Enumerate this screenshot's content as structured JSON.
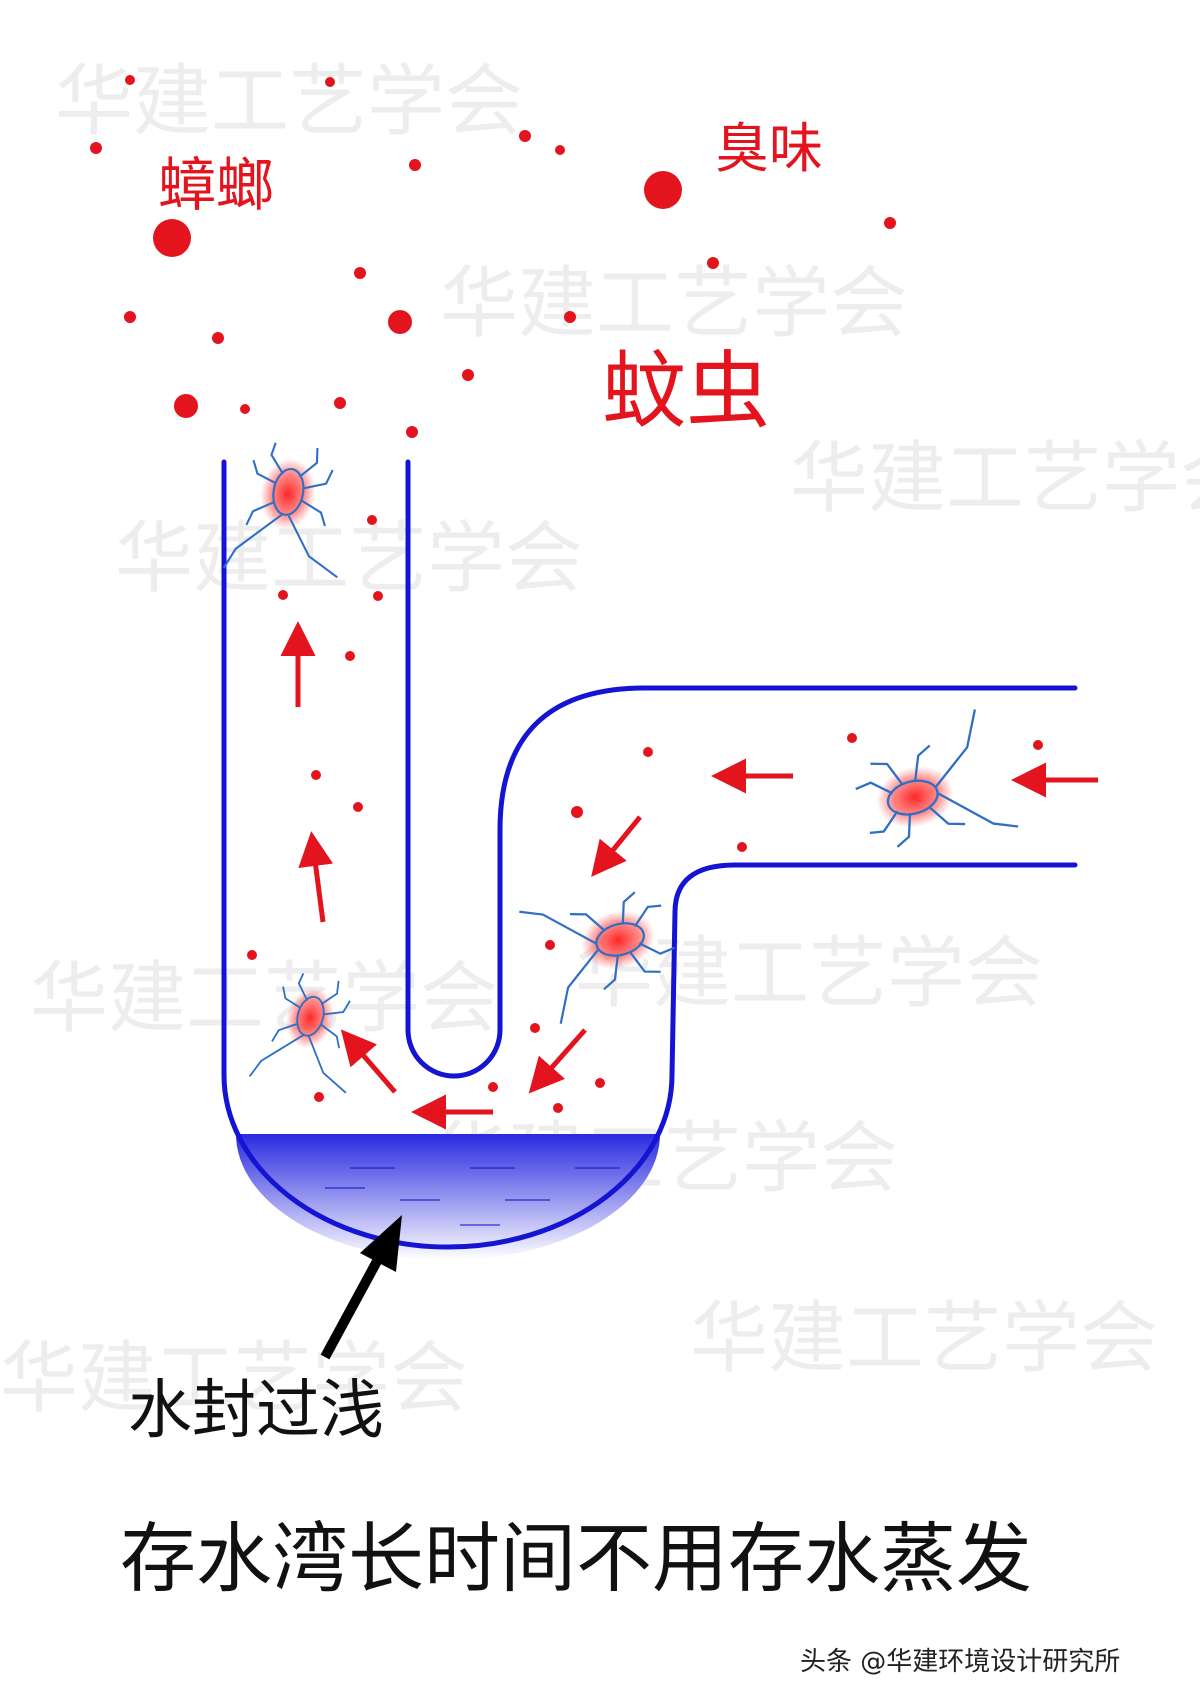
{
  "labels": {
    "cockroach": "蟑螂",
    "odor": "臭味",
    "mosquito": "蚊虫",
    "shallow_seal": "水封过浅",
    "caption": "存水湾长时间不用存水蒸发"
  },
  "watermark_text": "华建工艺学会",
  "credit": "头条 @华建环境设计研究所",
  "colors": {
    "pipe": "#1414d2",
    "water": "#2a2ae0",
    "accent_red": "#e3141d",
    "insect_line": "#2f6fc4",
    "pointer": "#000000"
  }
}
